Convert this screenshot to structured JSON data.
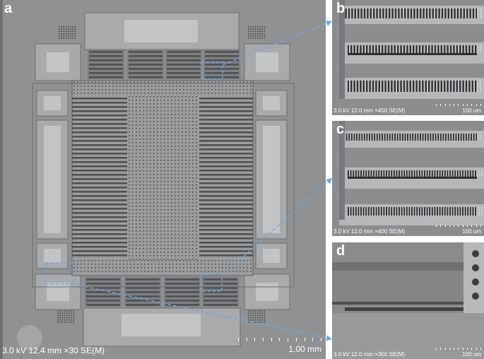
{
  "panels": {
    "a": {
      "letter": "a",
      "info": "3.0 kV 12.4 mm ×30 SE(M)",
      "scale": "1.00 mm"
    },
    "b": {
      "letter": "b",
      "info": "3.0 kV 12.0 mm ×450 SE(M)",
      "scale": "100 um"
    },
    "c": {
      "letter": "c",
      "info": "3.0 kV 12.0 mm ×400 SE(M)",
      "scale": "100 um"
    },
    "d": {
      "letter": "d",
      "info": "3.0 kV 12.0 mm ×350 SE(M)",
      "scale": "100 um"
    }
  },
  "colors": {
    "substrate": "#8f9193",
    "pad": "#a8aaac",
    "pad_inner": "#c2c4c5",
    "trench": "#4f5153",
    "callout": "#6aa8e8",
    "text": "#ffffff"
  }
}
